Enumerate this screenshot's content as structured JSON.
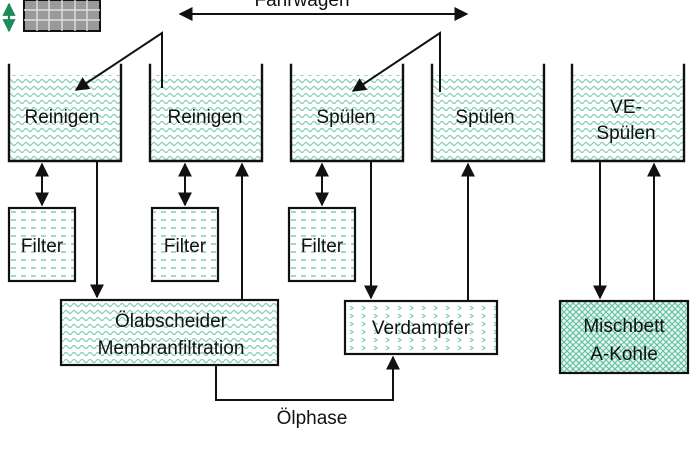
{
  "colors": {
    "liquid": "#7fcfb8",
    "mesh": "#9a9a9a",
    "line": "#111111",
    "scale_arrow": "#1e8a5a"
  },
  "header": {
    "transport_label": "Fahrwagen"
  },
  "tanks": {
    "t1": "Reinigen",
    "t2": "Reinigen",
    "t3": "Spülen",
    "t4": "Spülen",
    "t5_line1": "VE-",
    "t5_line2": "Spülen"
  },
  "filters": {
    "f1": "Filter",
    "f2": "Filter",
    "f3": "Filter"
  },
  "units": {
    "oil_separator_line1": "Ölabscheider",
    "oil_separator_line2": "Membranfiltration",
    "evaporator": "Verdampfer",
    "mixbed_line1": "Mischbett",
    "mixbed_line2": "A-Kohle"
  },
  "oil_phase_label": "Ölphase"
}
